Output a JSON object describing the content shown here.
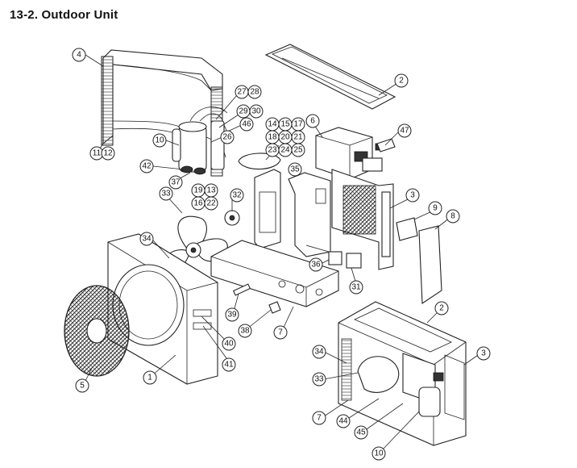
{
  "title": "13-2.  Outdoor Unit",
  "callouts": [
    "1",
    "2",
    "3",
    "4",
    "5",
    "6",
    "7",
    "8",
    "9",
    "10",
    "11",
    "12",
    "13",
    "14",
    "15",
    "16",
    "17",
    "18",
    "19",
    "20",
    "21",
    "22",
    "23",
    "24",
    "25",
    "26",
    "27",
    "28",
    "29",
    "30",
    "31",
    "32",
    "33",
    "34",
    "35",
    "36",
    "37",
    "38",
    "39",
    "40",
    "41",
    "42",
    "44",
    "45",
    "46",
    "47"
  ]
}
